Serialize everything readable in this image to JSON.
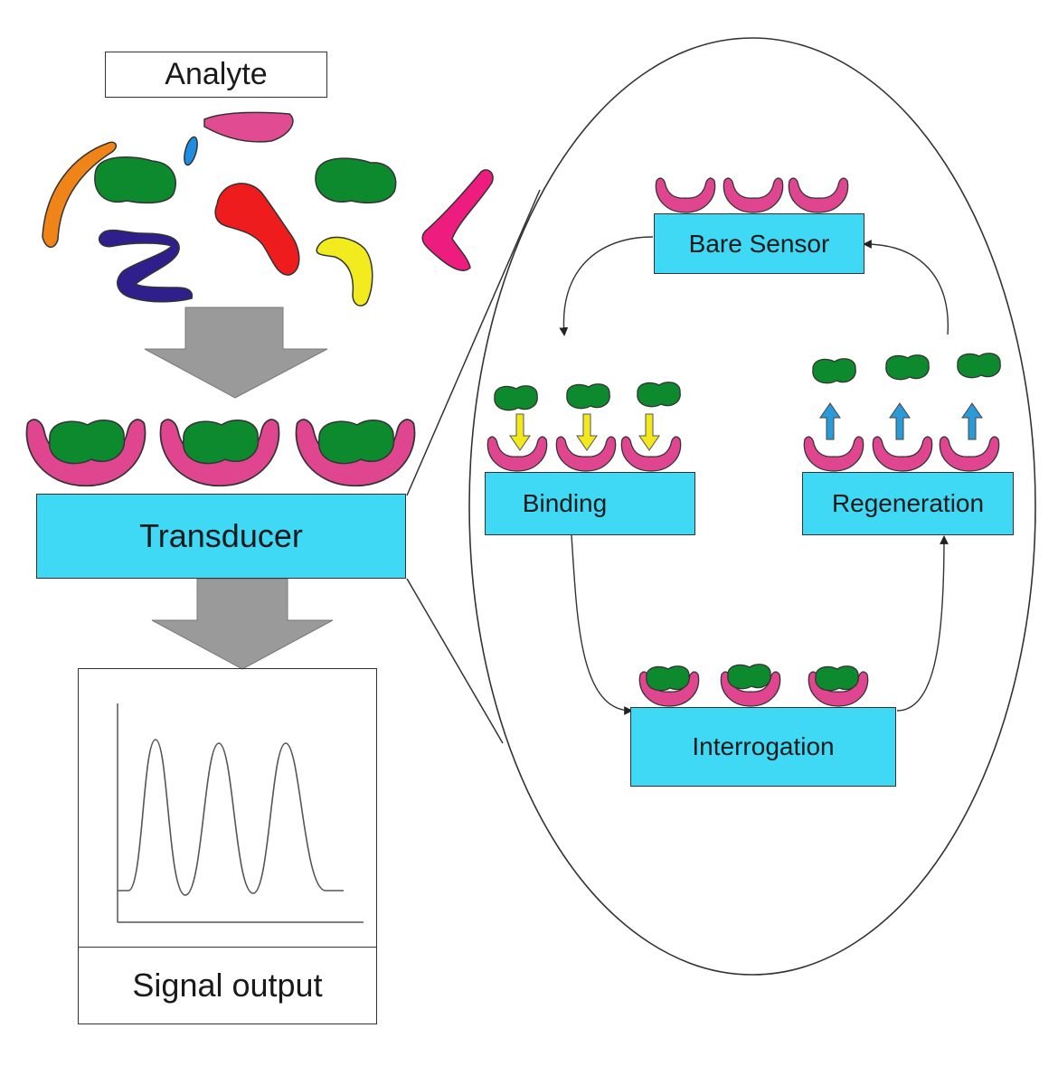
{
  "labels": {
    "analyte": "Analyte",
    "transducer": "Transducer",
    "signal_output": "Signal output",
    "bare_sensor": "Bare Sensor",
    "binding": "Binding",
    "regeneration": "Regeneration",
    "interrogation": "Interrogation"
  },
  "colors": {
    "sensor_box": "#3fd8f5",
    "receptor": "#e0458f",
    "analyte_green": "#0e8a2e",
    "arrow_gray": "#9a9a9a",
    "binding_arrow": "#f2e81c",
    "release_arrow": "#2a9ad8",
    "analyte_others": [
      "#f08418",
      "#2e1f8c",
      "#e14b91",
      "#1e8fe0",
      "#ee1c1c",
      "#f2ec1e",
      "#ee1c7f"
    ]
  },
  "icons": [
    "receptor-cup-icon",
    "analyte-molecule-icon",
    "down-block-arrow-icon",
    "binding-arrow-icon",
    "release-arrow-icon",
    "cycle-arrow-icon"
  ]
}
